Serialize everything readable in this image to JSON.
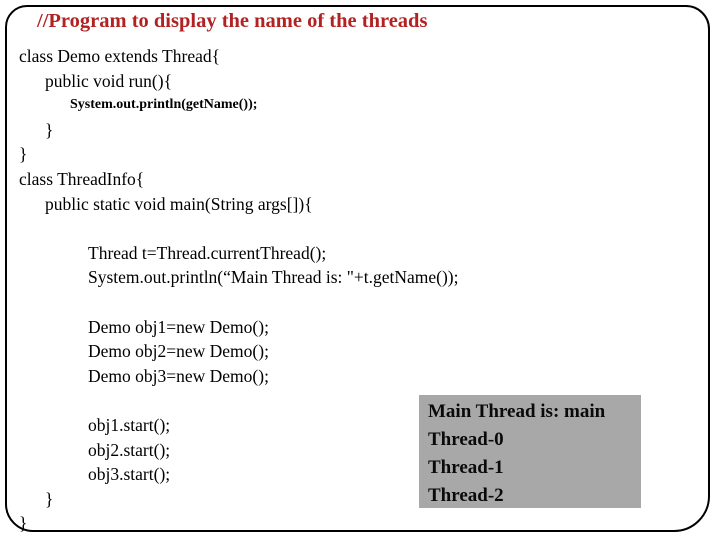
{
  "slide": {
    "title": "//Program to display the name of the threads",
    "title_color": "#b22222",
    "border_color": "#000000",
    "background_color": "#ffffff",
    "code_lines": [
      {
        "text": "class Demo extends Thread{",
        "indent": 0,
        "small": false,
        "blank": false
      },
      {
        "text": "public void run(){",
        "indent": 1,
        "small": false,
        "blank": false
      },
      {
        "text": "System.out.println(getName());",
        "indent": 2,
        "small": true,
        "blank": false
      },
      {
        "text": "}",
        "indent": 1,
        "small": false,
        "blank": false
      },
      {
        "text": "}",
        "indent": 0,
        "small": false,
        "blank": false
      },
      {
        "text": "class ThreadInfo{",
        "indent": 0,
        "small": false,
        "blank": false
      },
      {
        "text": "public static void main(String args[]){",
        "indent": 1,
        "small": false,
        "blank": false
      },
      {
        "text": "",
        "indent": 0,
        "small": false,
        "blank": true
      },
      {
        "text": "Thread t=Thread.currentThread();",
        "indent": 3,
        "small": false,
        "blank": false
      },
      {
        "text": "System.out.println(“Main Thread is: \"+t.getName());",
        "indent": 3,
        "small": false,
        "blank": false
      },
      {
        "text": "",
        "indent": 0,
        "small": false,
        "blank": true
      },
      {
        "text": "Demo obj1=new Demo();",
        "indent": 3,
        "small": false,
        "blank": false
      },
      {
        "text": "Demo obj2=new Demo();",
        "indent": 3,
        "small": false,
        "blank": false
      },
      {
        "text": "Demo obj3=new Demo();",
        "indent": 3,
        "small": false,
        "blank": false
      },
      {
        "text": "",
        "indent": 0,
        "small": false,
        "blank": true
      },
      {
        "text": "obj1.start();",
        "indent": 3,
        "small": false,
        "blank": false
      },
      {
        "text": "obj2.start();",
        "indent": 3,
        "small": false,
        "blank": false
      },
      {
        "text": "obj3.start();",
        "indent": 3,
        "small": false,
        "blank": false
      },
      {
        "text": "}",
        "indent": 1,
        "small": false,
        "blank": false
      },
      {
        "text": "}",
        "indent": 0,
        "small": false,
        "blank": false
      }
    ],
    "output_box": {
      "bg_color": "#a8a8a8",
      "lines": [
        "Main Thread is: main",
        "Thread-0",
        "Thread-1",
        "Thread-2"
      ]
    }
  }
}
